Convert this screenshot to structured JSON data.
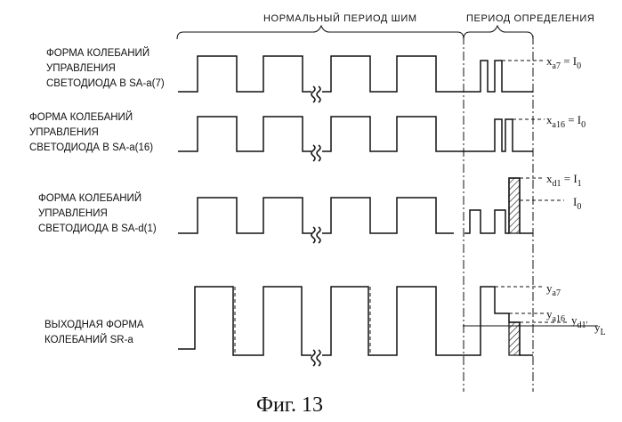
{
  "header": {
    "normal_period": "НОРМАЛЬНЫЙ ПЕРИОД ШИМ",
    "detect_period": "ПЕРИОД ОПРЕДЕЛЕНИЯ"
  },
  "waveforms": [
    {
      "lines": [
        "ФОРМА КОЛЕБАНИЙ",
        "УПРАВЛЕНИЯ",
        "СВЕТОДИОДА В SA-a(7)"
      ]
    },
    {
      "lines": [
        "ФОРМА КОЛЕБАНИЙ",
        "УПРАВЛЕНИЯ",
        "СВЕТОДИОДА В SA-a(16)"
      ]
    },
    {
      "lines": [
        "ФОРМА КОЛЕБАНИЙ",
        "УПРАВЛЕНИЯ",
        "СВЕТОДИОДА В SA-d(1)"
      ]
    },
    {
      "lines": [
        "ВЫХОДНАЯ ФОРМА",
        "КОЛЕБАНИЙ SR-a"
      ]
    }
  ],
  "annotations": {
    "xa7": {
      "base": "x",
      "sub": "a7",
      "rest": " = I",
      "rest_sub": "0"
    },
    "xa16": {
      "base": "x",
      "sub": "a16",
      "rest": " = I",
      "rest_sub": "0"
    },
    "xd1": {
      "base": "x",
      "sub": "d1",
      "rest": " = I",
      "rest_sub": "1"
    },
    "i0": {
      "base": "I",
      "sub": "0"
    },
    "ya7": {
      "base": "y",
      "sub": "a7"
    },
    "ya16": {
      "base": "y",
      "sub": "a16"
    },
    "yd1": {
      "base": "y",
      "sub": "d1'"
    },
    "yl": {
      "base": "y",
      "sub": "L"
    }
  },
  "caption": "Фиг. 13"
}
